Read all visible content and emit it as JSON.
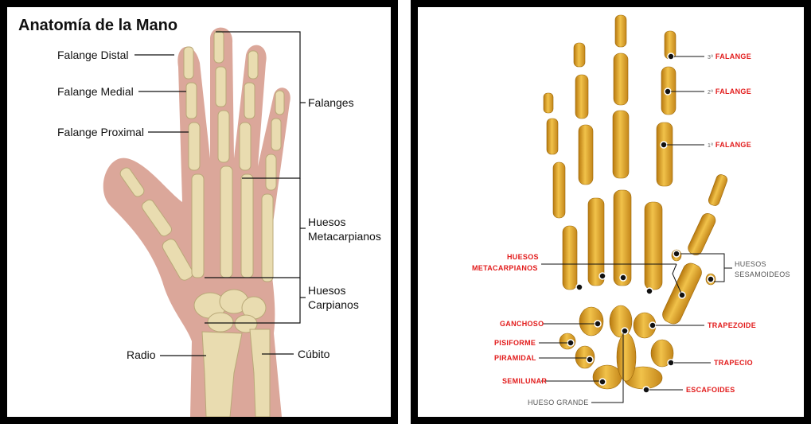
{
  "left": {
    "title": "Anatomía de la Mano",
    "labels": {
      "falange_distal": "Falange Distal",
      "falange_medial": "Falange Medial",
      "falange_proximal": "Falange Proximal",
      "falanges": "Falanges",
      "metacarpianos_1": "Huesos",
      "metacarpianos_2": "Metacarpianos",
      "carpianos_1": "Huesos",
      "carpianos_2": "Carpianos",
      "radio": "Radio",
      "cubito": "Cúbito"
    }
  },
  "right": {
    "labels": {
      "falange3_num": "3ª",
      "falange3": "FALANGE",
      "falange2_num": "2ª",
      "falange2": "FALANGE",
      "falange1_num": "1ª",
      "falange1": "FALANGE",
      "metacarpianos_1": "HUESOS",
      "metacarpianos_2": "METACARPIANOS",
      "sesamoideos_1": "HUESOS",
      "sesamoideos_2": "SESAMOIDEOS",
      "ganchoso": "GANCHOSO",
      "pisiforme": "PISIFORME",
      "piramidal": "PIRAMIDAL",
      "semilunar": "SEMILUNAR",
      "hueso_grande": "HUESO GRANDE",
      "trapezoide": "TRAPEZOIDE",
      "trapecio": "TRAPECIO",
      "escafoides": "ESCAFOIDES"
    }
  },
  "colors": {
    "skin": "#dba79a",
    "bone": "#e9dcb0",
    "gold_bone": "#e3ac2a",
    "red_label": "#e21b1b"
  }
}
